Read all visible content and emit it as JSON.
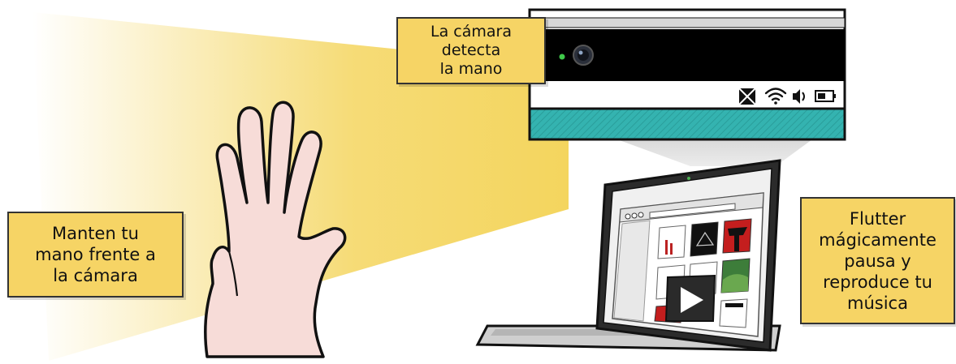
{
  "captions": {
    "camera": [
      "La cámara",
      "detecta",
      "la mano"
    ],
    "hand": [
      "Manten tu",
      "mano frente a",
      "la cámara"
    ],
    "flutter": [
      "Flutter",
      "mágicamente",
      "pausa y",
      "reproduce tu",
      "música"
    ]
  },
  "icons": [
    "webcam-lens-icon",
    "app-tray-icon",
    "wifi-icon",
    "volume-icon",
    "battery-icon",
    "play-icon"
  ],
  "colors": {
    "beam": "#f4d55e",
    "caption_bg": "#f6d465",
    "teal_bar": "#34b3b0",
    "camera_bezel": "#000000",
    "indicator_led": "#3fc94a"
  }
}
